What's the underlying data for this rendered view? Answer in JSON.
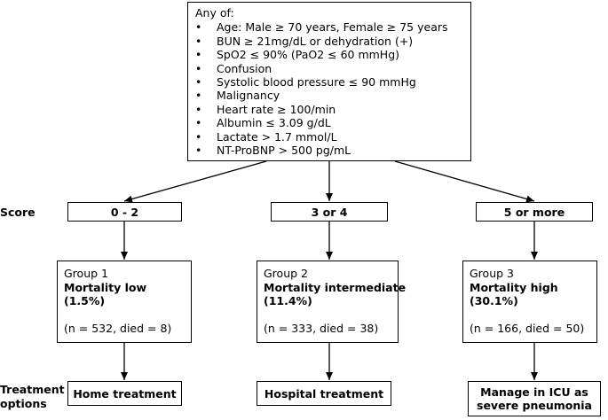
{
  "criteria": {
    "header": "Any of:",
    "bullet": "•",
    "items": [
      "Age: Male ≥ 70 years, Female ≥ 75 years",
      "BUN ≥ 21mg/dL or dehydration (+)",
      "SpO2 ≤ 90% (PaO2 ≤ 60 mmHg)",
      "Confusion",
      "Systolic blood pressure ≤ 90 mmHg",
      "Malignancy",
      "Heart rate ≥ 100/min",
      "Albumin ≤ 3.09 g/dL",
      "Lactate > 1.7 mmol/L",
      "NT-ProBNP > 500 pg/mL"
    ]
  },
  "labels": {
    "score": "Score",
    "treatment_line1": "Treatment",
    "treatment_line2": "options"
  },
  "scores": [
    "0 - 2",
    "3 or 4",
    "5 or more"
  ],
  "groups": [
    {
      "name": "Group 1",
      "mortality": "Mortality low",
      "rate": "(1.5%)",
      "counts": "(n = 532, died = 8)"
    },
    {
      "name": "Group 2",
      "mortality": "Mortality intermediate",
      "rate": "(11.4%)",
      "counts": "(n = 333, died = 38)"
    },
    {
      "name": "Group 3",
      "mortality": "Mortality high",
      "rate": "(30.1%)",
      "counts": "(n = 166, died = 50)"
    }
  ],
  "treatments": [
    {
      "line1": "Home treatment",
      "line2": ""
    },
    {
      "line1": "Hospital treatment",
      "line2": ""
    },
    {
      "line1": "Manage in ICU as",
      "line2": "severe pneumonia"
    }
  ]
}
